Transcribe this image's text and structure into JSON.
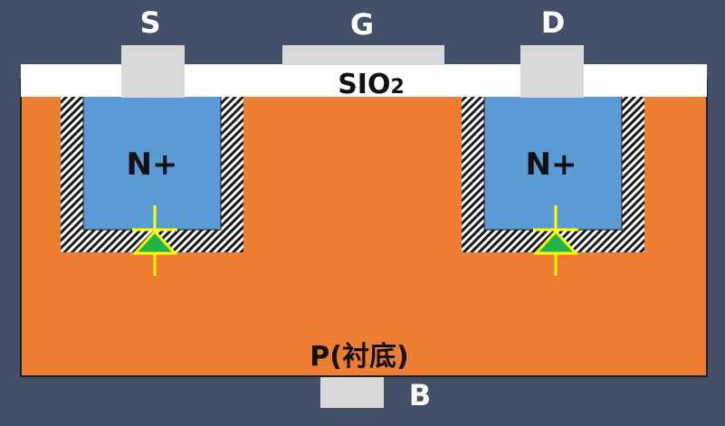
{
  "terminals": {
    "source": "S",
    "gate": "G",
    "drain": "D",
    "body": "B"
  },
  "oxide": {
    "label_main": "SIO",
    "label_sub": "2"
  },
  "regions": {
    "left_well": "N+",
    "right_well": "N+",
    "substrate": "P(衬底)"
  },
  "colors": {
    "background": "#435068",
    "substrate": "#ED7D31",
    "n_plus": "#5B9BD5",
    "oxide": "#FFFFFF",
    "contact": "#D9D9D9",
    "diode": "#21B24B",
    "diode_lines": "#FFFF00"
  }
}
